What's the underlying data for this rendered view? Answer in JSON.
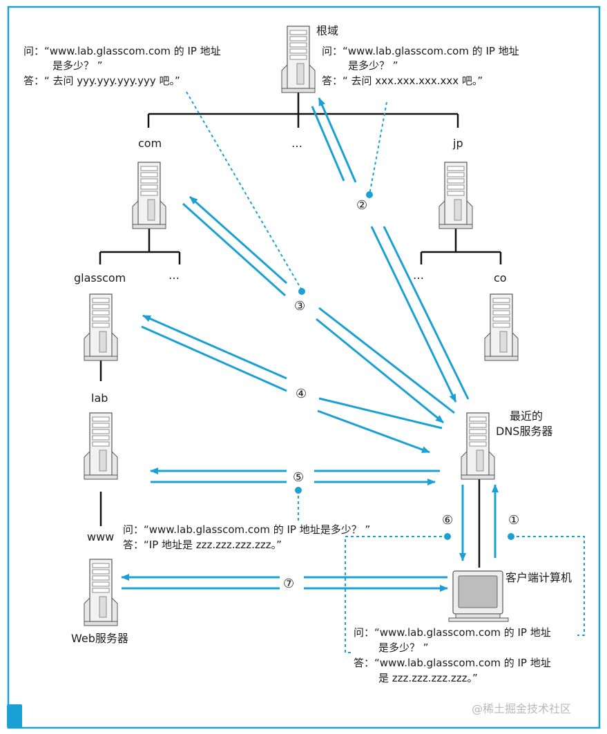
{
  "colors": {
    "accent": "#1aa0d4",
    "line": "#111111",
    "server_body": "#f2f2f2",
    "server_stroke": "#555555"
  },
  "nodes": {
    "root": "根域",
    "com": "com",
    "root_ellipsis": "…",
    "jp": "jp",
    "glasscom": "glasscom",
    "com_ellipsis": "…",
    "jp_ellipsis": "…",
    "co": "co",
    "lab": "lab",
    "dns_line1": "最近的",
    "dns_line2": "DNS服务器",
    "www": "www",
    "web_server": "Web服务器",
    "client": "客户端计算机"
  },
  "steps": [
    "①",
    "②",
    "③",
    "④",
    "⑤",
    "⑥",
    "⑦"
  ],
  "callouts": {
    "com_query": {
      "q1": "问：“www.lab.glasscom.com 的 IP 地址",
      "q2": "是多少？ ”",
      "a": "答：“ 去问 yyy.yyy.yyy.yyy 吧。”"
    },
    "root_query": {
      "q1": "问：“www.lab.glasscom.com 的 IP 地址",
      "q2": "是多少？ ”",
      "a": "答：“ 去问 xxx.xxx.xxx.xxx 吧。”"
    },
    "lab_query": {
      "q": "问：“www.lab.glasscom.com 的 IP 地址是多少？ ”",
      "a": "答：“IP 地址是 zzz.zzz.zzz.zzz。”"
    },
    "client_query": {
      "q1": "问：“www.lab.glasscom.com 的 IP 地址",
      "q2": "是多少？ ”",
      "a1": "答：“www.lab.glasscom.com 的 IP 地址",
      "a2": "是 zzz.zzz.zzz.zzz。”"
    }
  },
  "watermark": "@稀土掘金技术社区"
}
